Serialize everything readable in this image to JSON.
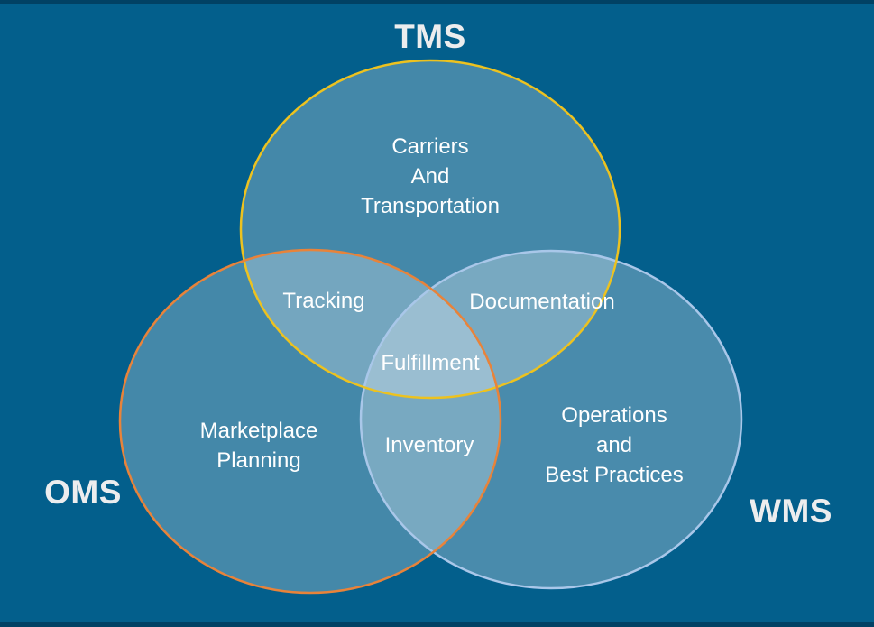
{
  "slide": {
    "background_color": "#035F8C",
    "venn": {
      "sets": [
        {
          "id": "tms",
          "title": "TMS",
          "stroke_color": "#EDC21F",
          "fill_color": "#FFFFFF",
          "items": [
            "Carriers",
            "And",
            "Transportation"
          ]
        },
        {
          "id": "oms",
          "title": "OMS",
          "stroke_color": "#E8833A",
          "fill_color": "#FFFFFF",
          "items": [
            "Marketplace",
            "Planning"
          ]
        },
        {
          "id": "wms",
          "title": "WMS",
          "stroke_color": "#A9C7E9",
          "fill_color": "#FFFFFF",
          "items": [
            "Operations",
            "and",
            "Best Practices"
          ]
        }
      ],
      "overlaps": [
        {
          "between": [
            "TMS",
            "OMS"
          ],
          "label": "Tracking"
        },
        {
          "between": [
            "TMS",
            "WMS"
          ],
          "label": "Documentation"
        },
        {
          "between": [
            "OMS",
            "WMS"
          ],
          "label": "Inventory"
        },
        {
          "between": [
            "TMS",
            "OMS",
            "WMS"
          ],
          "label": "Fulfillment"
        }
      ]
    }
  }
}
